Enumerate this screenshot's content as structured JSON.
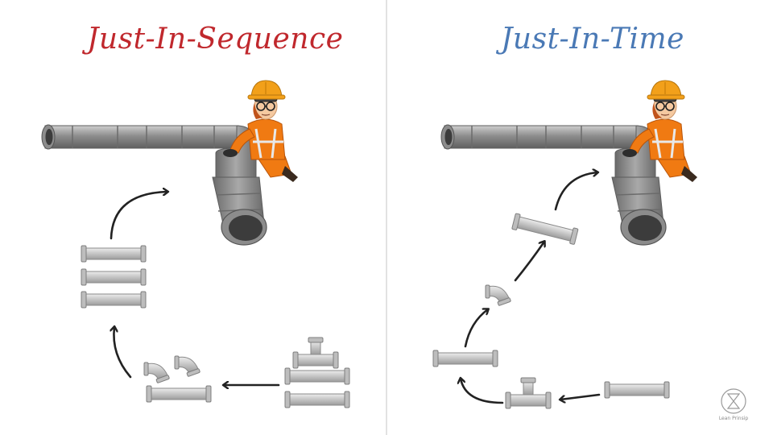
{
  "left_panel": {
    "title": "Just-In-Sequence"
  },
  "right_panel": {
    "title": "Just-In-Time"
  },
  "logo": {
    "text": "Lean Prinsip"
  },
  "colors": {
    "left_title": "#c0282d",
    "right_title": "#4a79b5",
    "pipe": "#9a9a9a",
    "part": "#c8c8c8",
    "arrow": "#222222",
    "vest": "#f07a12",
    "helmet": "#f2a01a"
  }
}
